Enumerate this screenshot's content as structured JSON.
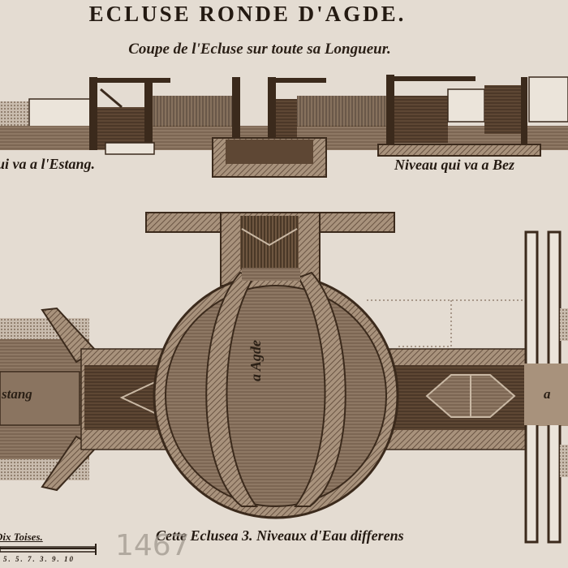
{
  "plate": {
    "title": "ECLUSE RONDE D'AGDE.",
    "subtitle": "Coupe de l'Ecluse sur toute sa Longueur.",
    "section_labels": {
      "left_level": "ui va a l'Estang.",
      "right_level": "Niveau qui va a Bez"
    },
    "plan_labels": {
      "left_channel": "stang",
      "right_channel": "a",
      "basin": "a Agde"
    },
    "caption": "Cette Eclusea 3. Niveaux d'Eau differens",
    "scale": {
      "label": "Dix Toises.",
      "ticks": "5. 5. 7. 3. 9. 10"
    },
    "pencil_mark": "1467",
    "colors": {
      "paper": "#e4dcd2",
      "ink_dark": "#3b2a1c",
      "sepia_mid": "#7a6450",
      "sepia_light": "#a8927c",
      "water": "#8e7864"
    }
  }
}
